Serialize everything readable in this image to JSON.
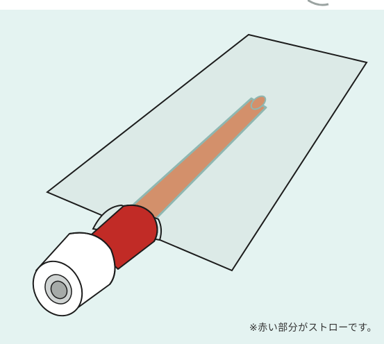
{
  "caption": "※赤い部分がストローです。",
  "colors": {
    "background": "#e4f3f1",
    "sheet": "#dceae7",
    "straw_visible": "#c12b26",
    "straw_covered": "#d3906b",
    "tube_outer": "#ffffff",
    "tube_inner": "#a6aaa8",
    "outline": "#1c1c1c"
  },
  "components": {
    "sheet": "transparent-sheet",
    "straw": "straw",
    "roll": "white-roll"
  }
}
